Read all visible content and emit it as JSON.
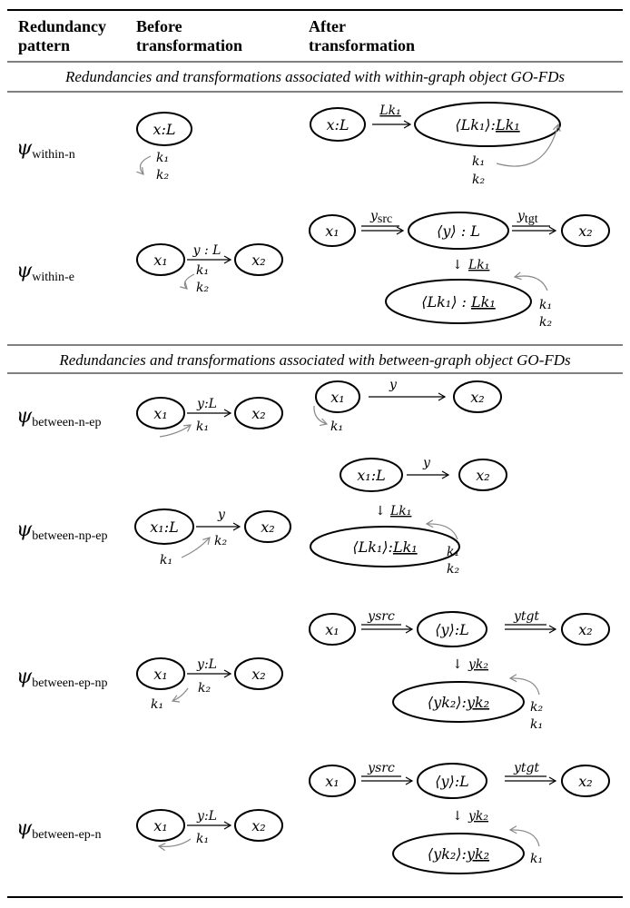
{
  "header": {
    "col1": [
      "Redundancy",
      "pattern"
    ],
    "col2": [
      "Before",
      "transformation"
    ],
    "col3": [
      "After",
      "transformation"
    ]
  },
  "sections": [
    {
      "title": "Redundancies and transformations associated with within-graph object GO-FDs"
    },
    {
      "title": "Redundancies and transformations associated with between-graph object GO-FDs"
    }
  ],
  "rows": [
    {
      "psi": "ψ",
      "sub": "within-n",
      "before": {
        "n1": "x:L",
        "k": [
          "k₁",
          "k₂"
        ]
      },
      "after": {
        "n1": "x:L",
        "edge": "Lk₁",
        "n2a": "⟨Lk₁⟩:",
        "n2b": "Lk₁",
        "k": [
          "k₁",
          "k₂"
        ]
      }
    },
    {
      "psi": "ψ",
      "sub": "within-e",
      "before": {
        "n1": "x₁",
        "edge": "y : L",
        "n2": "x₂",
        "k": [
          "k₁",
          "k₂"
        ]
      },
      "after": {
        "n1": "x₁",
        "e1": "y",
        "e1sub": "src",
        "mid": "⟨y⟩ : L",
        "e2": "y",
        "e2sub": "tgt",
        "n2": "x₂",
        "down": "↓",
        "downlabel": "Lk₁",
        "bota": "⟨Lk₁⟩ : ",
        "botb": "Lk₁",
        "k": [
          "k₁",
          "k₂"
        ]
      }
    },
    {
      "psi": "ψ",
      "sub": "between-n-ep",
      "before": {
        "n1": "x₁",
        "edge": "y:L",
        "k": [
          "k₁"
        ],
        "n2": "x₂"
      },
      "after": {
        "n1": "x₁",
        "edge": "y",
        "n2": "x₂",
        "k": [
          "k₁"
        ]
      }
    },
    {
      "psi": "ψ",
      "sub": "between-np-ep",
      "before": {
        "n1": "x₁:L",
        "edge": "y",
        "k2": "k₂",
        "n2": "x₂",
        "k1": "k₁"
      },
      "after": {
        "n1": "x₁:L",
        "edge": "y",
        "n2": "x₂",
        "down": "↓",
        "downlabel": "Lk₁",
        "bota": "⟨Lk₁⟩:",
        "botb": "Lk₁",
        "k": [
          "k₁",
          "k₂"
        ]
      }
    },
    {
      "psi": "ψ",
      "sub": "between-ep-np",
      "before": {
        "n1": "x₁",
        "edge": "y:L",
        "k2": "k₂",
        "n2": "x₂",
        "k1": "k₁"
      },
      "after": {
        "n1": "x₁",
        "e1": "ysrc",
        "mid": "⟨y⟩:L",
        "e2": "ytgt",
        "n2": "x₂",
        "down": "↓",
        "downlabel": "yk₂",
        "bota": "⟨yk₂⟩:",
        "botb": "yk₂",
        "k": [
          "k₂",
          "k₁"
        ]
      }
    },
    {
      "psi": "ψ",
      "sub": "between-ep-n",
      "before": {
        "n1": "x₁",
        "edge": "y:L",
        "k": [
          "k₁"
        ],
        "n2": "x₂"
      },
      "after": {
        "n1": "x₁",
        "e1": "ysrc",
        "mid": "⟨y⟩:L",
        "e2": "ytgt",
        "n2": "x₂",
        "down": "↓",
        "downlabel": "yk₂",
        "bota": "⟨yk₂⟩:",
        "botb": "yk₂",
        "k": [
          "k₁"
        ]
      }
    }
  ]
}
